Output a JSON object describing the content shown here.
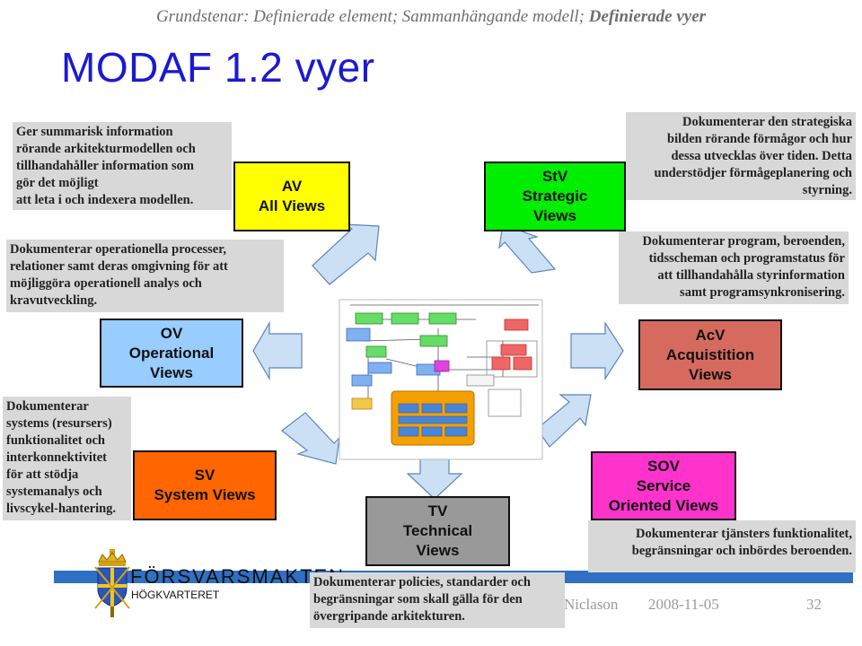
{
  "header": {
    "subtitle_part1": "Grundstenar: Definierade element; Sammanhängande modell; ",
    "subtitle_part2": "Definierade vyer",
    "title": "MODAF 1.2 vyer"
  },
  "views": {
    "av": {
      "line1": "AV",
      "line2": "All Views",
      "line3": "",
      "color": "#ffff00"
    },
    "stv": {
      "line1": "StV",
      "line2": "Strategic",
      "line3": "Views",
      "color": "#00ee00"
    },
    "ov": {
      "line1": "OV",
      "line2": "Operational",
      "line3": "Views",
      "color": "#99ccff"
    },
    "acv": {
      "line1": "AcV",
      "line2": "Acquistition",
      "line3": "Views",
      "color": "#d66a5e"
    },
    "sv": {
      "line1": "SV",
      "line2": "System Views",
      "line3": "",
      "color": "#ff6600"
    },
    "sov": {
      "line1": "SOV",
      "line2": "Service",
      "line3": "Oriented Views",
      "color": "#ff33cc"
    },
    "tv": {
      "line1": "TV",
      "line2": "Technical",
      "line3": "Views",
      "color": "#999999"
    }
  },
  "notes": {
    "av": [
      "Ger summarisk information",
      "rörande arkitekturmodellen och",
      "tillhandahåller information som",
      "gör det möjligt",
      "att leta i och indexera modellen."
    ],
    "stv": [
      "Dokumenterar den strategiska",
      "bilden rörande förmågor och hur",
      "dessa utvecklas över tiden. Detta",
      "understödjer förmågeplanering och",
      "styrning."
    ],
    "ov": [
      "Dokumenterar operationella processer,",
      "relationer samt deras omgivning för att",
      "möjliggöra operationell analys och",
      "kravutveckling."
    ],
    "acv": [
      "Dokumenterar program, beroenden,",
      "tidsscheman och programstatus för",
      "att tillhandahålla styrinformation",
      "samt programsynkronisering."
    ],
    "sv": [
      "Dokumenterar",
      "systems (resursers)",
      "funktionalitet och",
      "interkonnektivitet",
      "för att stödja",
      "systemanalys och",
      "livscykel-hantering."
    ],
    "sov": [
      "Dokumenterar tjänsters funktionalitet,",
      "begränsningar och inbördes beroenden."
    ],
    "tv": [
      "Dokumenterar policies, standarder och",
      "begränsningar som skall gälla för den",
      "övergripande arkitekturen."
    ]
  },
  "footer": {
    "org_name": "FÖRSVARSMAKTEN",
    "org_sub": "HÖGKVARTERET",
    "author": "Niclason",
    "date": "2008-11-05",
    "page": "32"
  },
  "colors": {
    "title": "#1a1ad2",
    "arrow_fill": "#cce0f5",
    "arrow_stroke": "#5a86b8",
    "footer_bar": "#2f6fc4",
    "note_bg": "#d8d8d8"
  },
  "icons": {
    "logo": "crown-shield-icon",
    "center": "metamodel-diagram-icon"
  }
}
